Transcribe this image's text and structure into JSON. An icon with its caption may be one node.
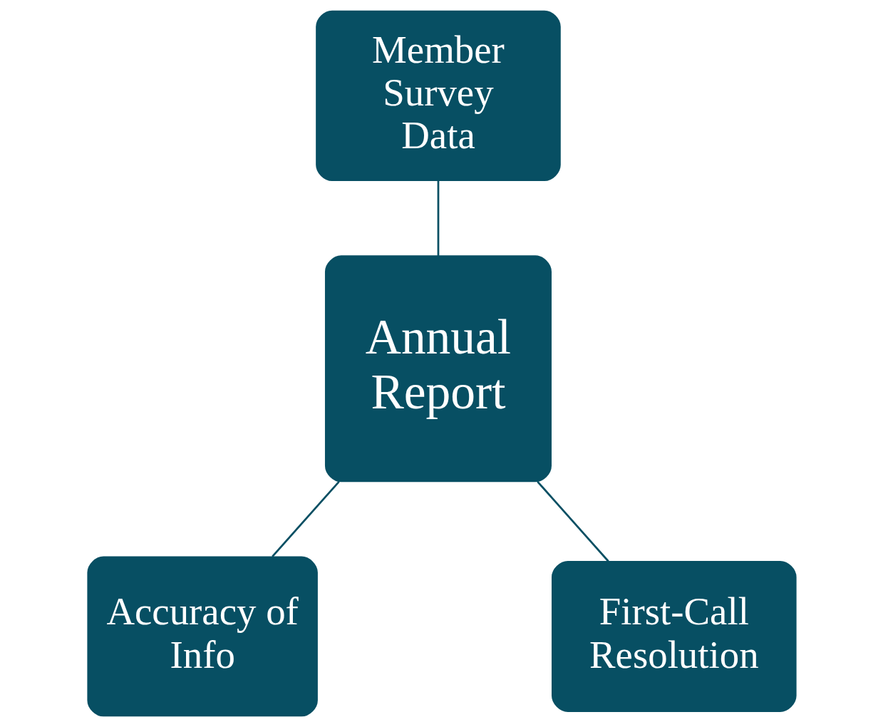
{
  "diagram": {
    "nodes": [
      {
        "text": [
          "Member Survey Data"
        ]
      },
      {
        "text": [
          "Annual Report"
        ]
      },
      {
        "text": [
          "Accuracy of Info"
        ]
      },
      {
        "text": [
          "First-Call Resolution"
        ]
      }
    ],
    "edges": [
      {
        "from": 0,
        "to": 1,
        "arrow": "none"
      },
      {
        "from": 1,
        "to": 2,
        "arrow": "none"
      },
      {
        "from": 1,
        "to": 3,
        "arrow": "none"
      }
    ]
  }
}
